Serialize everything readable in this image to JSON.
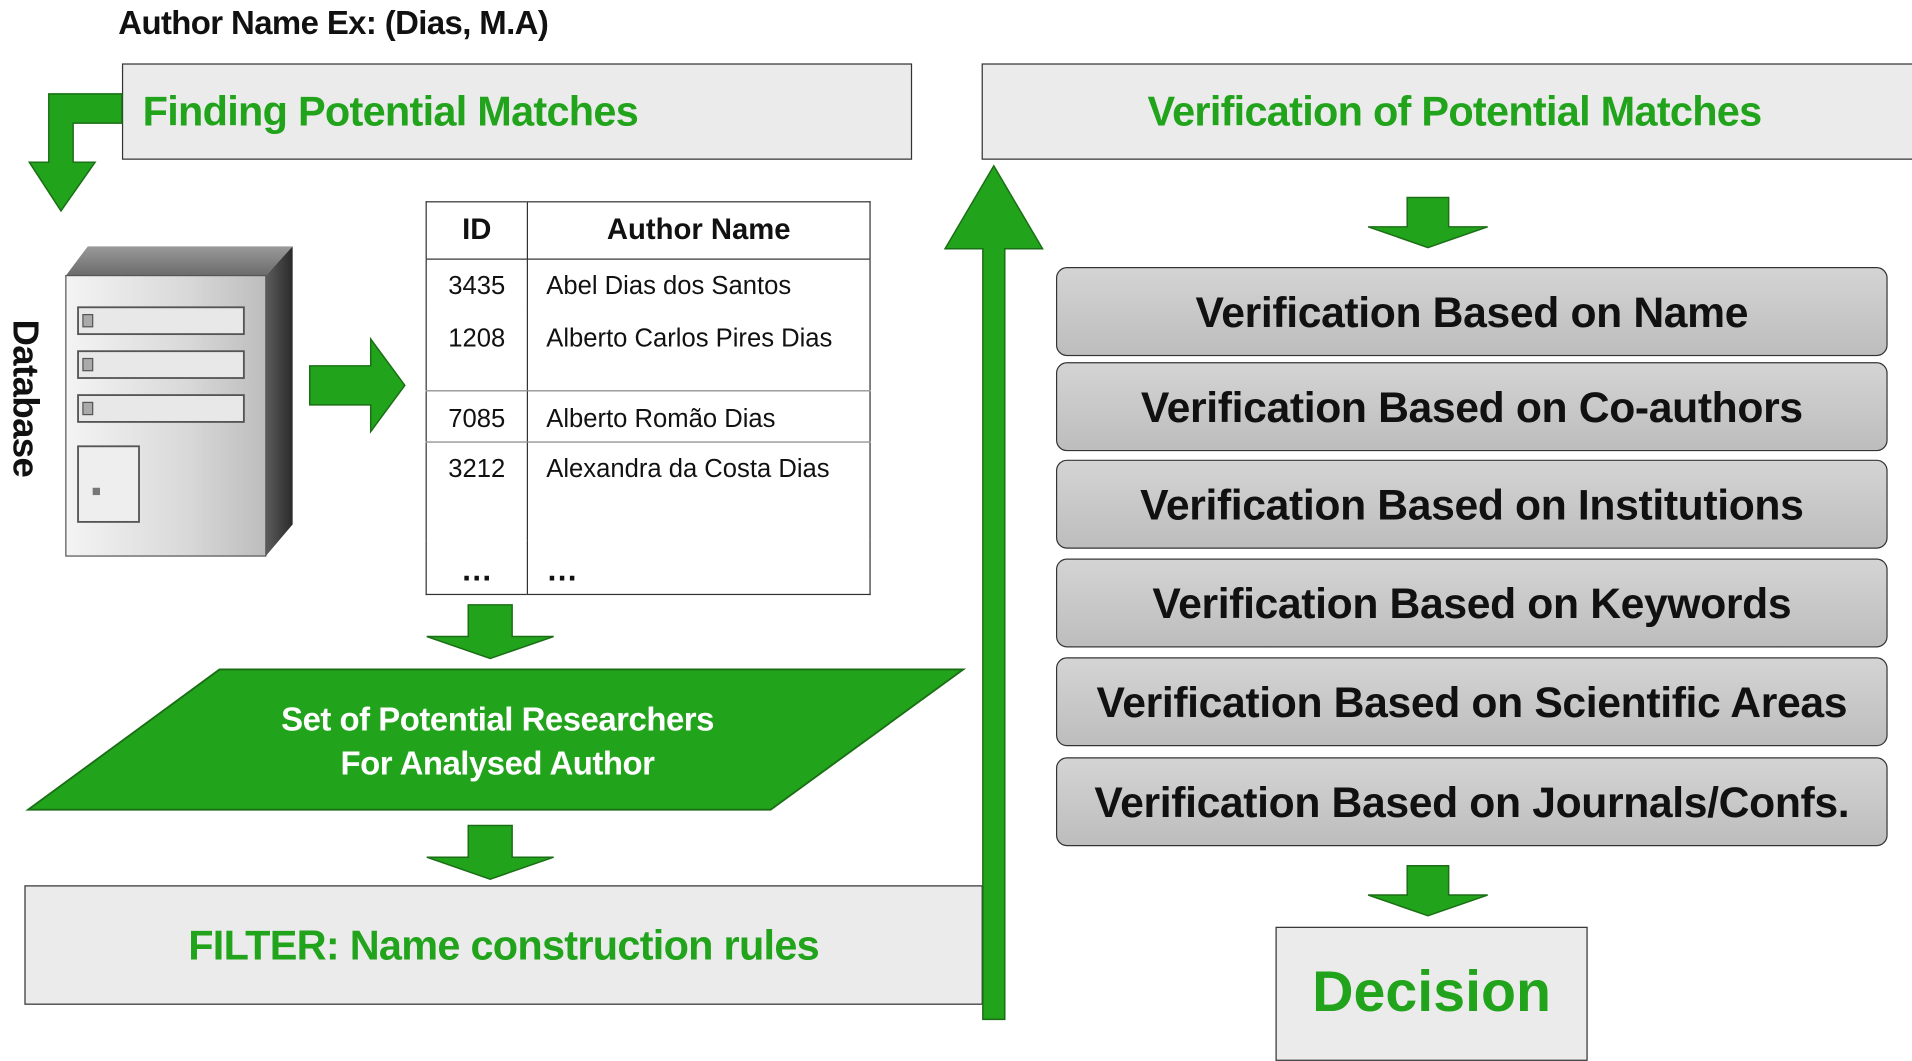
{
  "author_label": "Author Name Ex: (Dias, M.A)",
  "finding_title": "Finding Potential Matches",
  "verification_title": "Verification of Potential Matches",
  "database_label": "Database",
  "table": {
    "headers": [
      "ID",
      "Author Name"
    ],
    "rows": [
      [
        "3435",
        "Abel Dias dos Santos"
      ],
      [
        "1208",
        "Alberto Carlos Pires Dias"
      ],
      [
        "7085",
        "Alberto Romão Dias"
      ],
      [
        "3212",
        "Alexandra da Costa Dias"
      ],
      [
        "…",
        "…"
      ]
    ]
  },
  "potential_set": {
    "line1": "Set of Potential Researchers",
    "line2": "For Analysed Author"
  },
  "filter_label": "FILTER: Name construction rules",
  "verifications": [
    "Verification Based on Name",
    "Verification Based on Co-authors",
    "Verification Based on Institutions",
    "Verification Based on Keywords",
    "Verification Based on Scientific Areas",
    "Verification Based on Journals/Confs."
  ],
  "decision_label": "Decision",
  "colors": {
    "accent_green": "#22a31c",
    "box_gray": "#ebebeb",
    "button_gray": "#c8c8c8",
    "border": "#333333"
  }
}
